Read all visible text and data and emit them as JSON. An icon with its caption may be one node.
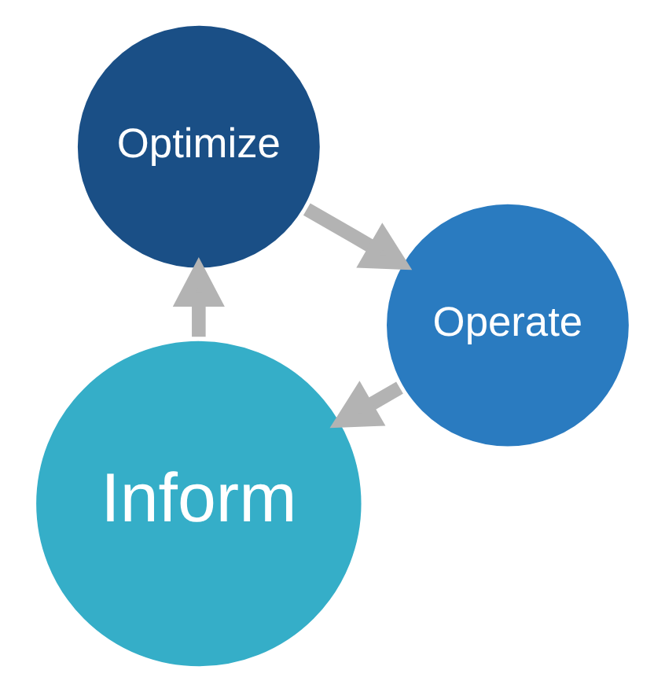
{
  "diagram": {
    "nodes": [
      {
        "text": [
          "Inform"
        ]
      },
      {
        "text": [
          "Optimize"
        ]
      },
      {
        "text": [
          "Operate"
        ]
      }
    ],
    "edges": [
      {
        "from": 0,
        "to": 1,
        "arrow": "to"
      },
      {
        "from": 1,
        "to": 2,
        "arrow": "to"
      },
      {
        "from": 2,
        "to": 0,
        "arrow": "to"
      }
    ]
  }
}
